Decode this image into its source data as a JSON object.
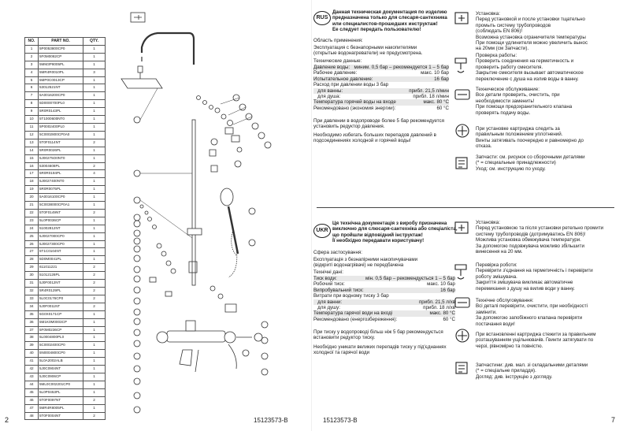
{
  "parts_table": {
    "headers": [
      "NO.",
      "PART NO.",
      "QTY."
    ],
    "rows": [
      [
        "1",
        "5P0053800CP0",
        "1"
      ],
      [
        "2",
        "5F0M0082CP",
        "1"
      ],
      [
        "3",
        "5MM3P8005PL",
        "1"
      ],
      [
        "4",
        "5MR4R0010PL",
        "3"
      ],
      [
        "5",
        "5MP0C0013CP",
        "1"
      ],
      [
        "6",
        "53012521NT",
        "1"
      ],
      [
        "7",
        "5A0016200CP0",
        "1"
      ],
      [
        "8",
        "5D0000700PL0",
        "1"
      ],
      [
        "9",
        "5R0R0143PL",
        "1"
      ],
      [
        "10",
        "5T1000600NT0",
        "1"
      ],
      [
        "11",
        "5P0002400PL0",
        "1"
      ],
      [
        "12",
        "5C0002800CP0A0",
        "1"
      ],
      [
        "13",
        "5T0F0114NT",
        "2"
      ],
      [
        "14",
        "5R0R0026PL",
        "1"
      ],
      [
        "15",
        "5J00275O0NT0",
        "1"
      ],
      [
        "16",
        "53004608PL",
        "2"
      ],
      [
        "17",
        "5R0R0194PL",
        "4"
      ],
      [
        "18",
        "5J0027400NT0",
        "1"
      ],
      [
        "19",
        "5R0R0075PL",
        "1"
      ],
      [
        "20",
        "5A0016100CP0",
        "1"
      ],
      [
        "21",
        "5C0038000CP0A1",
        "1"
      ],
      [
        "22",
        "5T0F0149NT",
        "2"
      ],
      [
        "23",
        "5L0P0036CP",
        "1"
      ],
      [
        "24",
        "51002812NT",
        "1"
      ],
      [
        "25",
        "5J0027000CP0",
        "1"
      ],
      [
        "26",
        "5J0027300CP0",
        "1"
      ],
      [
        "27",
        "5T1C0104NT",
        "1"
      ],
      [
        "28",
        "5D0M0041PL",
        "1"
      ],
      [
        "29",
        "611011221",
        "2"
      ],
      [
        "30",
        "51012126PL",
        "2"
      ],
      [
        "31",
        "5J0F0012NT",
        "2"
      ],
      [
        "32",
        "5R4R0129PL",
        "2"
      ],
      [
        "33",
        "5L0C0176CP0",
        "2"
      ],
      [
        "34",
        "5J0F0011NT",
        "2"
      ],
      [
        "35",
        "5G0X0171CP",
        "1"
      ],
      [
        "36",
        "5M1K0M0003CP",
        "1"
      ],
      [
        "37",
        "5F0M0236CP",
        "1"
      ],
      [
        "38",
        "5L0004800PL0",
        "1"
      ],
      [
        "39",
        "5C0002400CP0",
        "1"
      ],
      [
        "40",
        "5N0004800CP0",
        "1"
      ],
      [
        "41",
        "5L0A2002ALB",
        "1"
      ],
      [
        "42",
        "5J0C0904NT",
        "1"
      ],
      [
        "43",
        "5J0C0906CP",
        "1"
      ],
      [
        "44",
        "5ML0C002201CP0",
        "1"
      ],
      [
        "45",
        "5L0P0453PL",
        "1"
      ],
      [
        "46",
        "5T0F0097NT",
        "2"
      ],
      [
        "47",
        "5MR4R8005PL",
        "1"
      ],
      [
        "48",
        "5T0F0004NT",
        "2"
      ]
    ]
  },
  "footer": {
    "left_page": "2",
    "left_code": "15123573-B",
    "right_code": "15123573-B",
    "right_page": "7"
  },
  "rus": {
    "badge": "RUS",
    "intro": "Данная техническая документация по изделию\nпредназначена только для слесаря-сантехника\nили специалистов-прошедших инструктаж!\nЕе следует передать пользователю!",
    "scope_title": "Область применения:",
    "scope_text": "Эксплуатация с безнапорными накопителями\n(открытые водонагреватели) не предусмотрена.",
    "tech_title": "Технические данные:",
    "specs": [
      {
        "label": "Давление воды:",
        "value": "миним. 0,5 бар – рекомендуется 1 – 5 бар",
        "shade": true
      },
      {
        "label": "Рабочее давление:",
        "value": "макс. 10 бар",
        "shade": false
      },
      {
        "label": "Испытательное давление:",
        "value": "16 бар",
        "shade": true
      },
      {
        "label": "Расход при давлении воды 3 бар",
        "value": "",
        "shade": false
      },
      {
        "label": "   для ванны:",
        "value": "прибл. 21,5 л/мин",
        "shade": true
      },
      {
        "label": "   для душа:",
        "value": "прибл. 18 л/мин",
        "shade": false
      },
      {
        "label": "Температура горячей воды на входе",
        "value": "макс. 80 °C",
        "shade": true
      },
      {
        "label": "Рекомендовано (экономия энергии):",
        "value": "60 °C",
        "shade": false
      }
    ],
    "note1": "При давлении в водопроводе более 5 бар рекомендуется\nустановить редуктор давления.",
    "note2": "Необходимо избегать больших перепадов давлений в\nподсоединениях холодной и горячей воды!",
    "items": [
      "Установка:\nПеред установкой и после установки тщательно\nпромыть систему трубопроводов\n(соблюдать EN 806)!\nВозможна установка ограничителя температуры\nПри помощи удлинителя можно увеличить вынос\nна 20мм (см Запчасти).",
      "Проверка работы:\nПроверить соединения на герметичность и\nпроверить работу смесителя.\nЗакрытие смесителя вызывает автоматическое\nпереключение с душа на излив воды в ванну.",
      "Техническое обслуживание:\nВсе детали проверить, очистить, при\nнеобходимости заменить!\nПри помощи предохранительного клапана\nпроверять подачу воды.",
      "При установке картриджа следить за\nправильным положением уплотнений.\nВинты затягивать поочередно и равномерно до\nотказа.",
      "Запчасти: см. рисунок со сборочными деталями\n(* = специальные принадлежности)\nУход: см. инструкцию по уходу."
    ]
  },
  "ukr": {
    "badge": "UKR",
    "intro": "Ця технічна документація з виробу призначена\nвиключно для слюсаря-сантехніка або спеціаліста,\nщо пройшли відповідний інструктаж!\nЇї необхідно передавати користувачу!",
    "scope_title": "Сфера застосування:",
    "scope_text": "Експлуатація з безнапірними накопичувачами\n(відкриті водонагрівачі) не передбачена",
    "tech_title": "Технічні дані:",
    "specs": [
      {
        "label": "Тиск води:",
        "value": "мін. 0,5 бар – рекомендується 1 – 5 бар",
        "shade": true
      },
      {
        "label": "Робочий тиск:",
        "value": "макс. 10 бар",
        "shade": false
      },
      {
        "label": "Випробувальний тиск:",
        "value": "16 бар",
        "shade": true
      },
      {
        "label": "Витрати при водному тиску 3 бар",
        "value": "",
        "shade": false
      },
      {
        "label": "   для ванни:",
        "value": "прибл. 21,5 л/хв",
        "shade": true
      },
      {
        "label": "   для душу:",
        "value": "прибл. 18 л/хв",
        "shade": false
      },
      {
        "label": "Температура гарячої води на вході",
        "value": "макс. 80 °C",
        "shade": true
      },
      {
        "label": "Рекомендовано (енергозбереження):",
        "value": "60 °C",
        "shade": false
      }
    ],
    "note1": "При тиску у водопроводі більш ніж 5 бар рекомендується\nвстановити редуктор тиску.",
    "note2": "Необхідно уникати великих перепадів тиску у під'єднаннях\nхолодної та гарячої води",
    "items": [
      "Установка:\nПеред установкою та після установки ретельно промити\nсистему трубопроводів (дотримуватись EN 806)!\nМожлива установка обмежувача температури.\nЗа допомогою подовжувача можливо збільшити\nвинесення на 20 мм.",
      "Перевірка роботи:\nПеревірити з'єднання на герметичність і перевірити\nроботу змішувача.\nЗакриття змішувача викликає автоматичне\nперемикання з душу на вилив води у ванну.",
      "Технічне обслуговування:\nВсі деталі перевірити, очистити, при необхідності\nзамінити.\nЗа допомогою запобіжного клапана перевіряти\nпостачання води!",
      "При встановленні картриджа стежити за правильним\nрозташуванням ущільнювачів. Гвинти затягувати по\nчерзі, рівномірно та повністю.",
      "Запчастини: див. мал. зі складальними деталями\n(* = спеціальне приладдя).\nДогляд: див. інструкцію з догляду."
    ]
  },
  "colors": {
    "ink": "#1a1a1a",
    "shade": "#e8e8e8",
    "line": "#333333"
  }
}
